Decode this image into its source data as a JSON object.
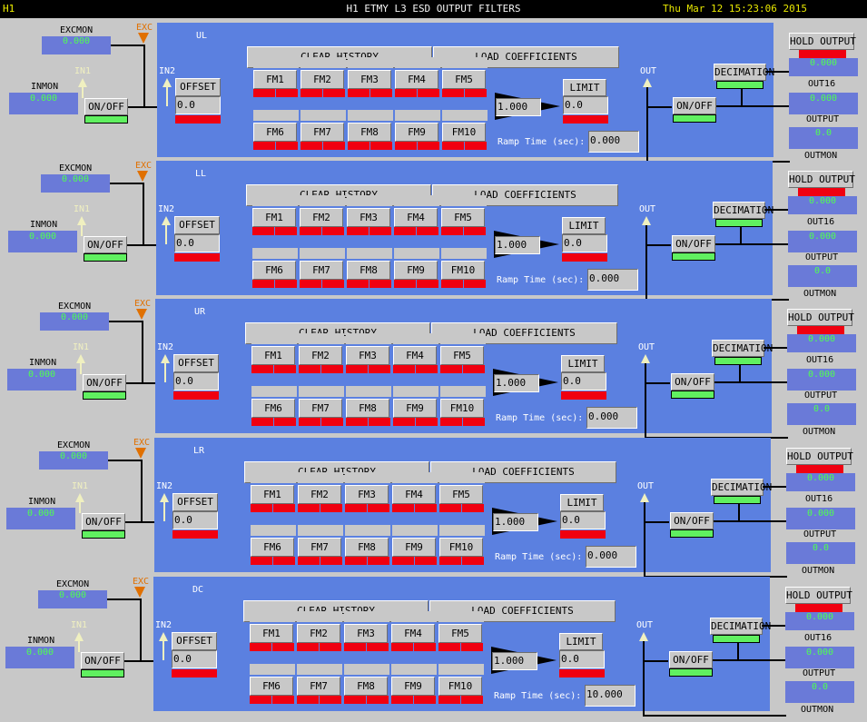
{
  "window": {
    "site": "H1",
    "title": "H1 ETMY L3 ESD OUTPUT FILTERS",
    "clock": "Thu Mar 12 15:23:06 2015"
  },
  "labels": {
    "excmon": "EXCMON",
    "exc": "EXC",
    "in1": "IN1",
    "in2": "IN2",
    "inmon": "INMON",
    "on_off": "ON/OFF",
    "offset": "OFFSET",
    "clear_history": "CLEAR HISTORY",
    "load_coefficients": "LOAD COEFFICIENTS",
    "limit": "LIMIT",
    "out": "OUT",
    "decimation": "DECIMATION",
    "hold_output": "HOLD OUTPUT",
    "out16": "OUT16",
    "output": "OUTPUT",
    "outmon": "OUTMON",
    "ramp_time": "Ramp Time (sec):",
    "fm": [
      "FM1",
      "FM2",
      "FM3",
      "FM4",
      "FM5",
      "FM6",
      "FM7",
      "FM8",
      "FM9",
      "FM10"
    ]
  },
  "colors": {
    "panel": "#5b80e0",
    "monitor_bg": "#6a7ad8",
    "monitor_text": "#50ff50",
    "indicator_off": "#f00010",
    "indicator_on": "#60f060",
    "exc_arrow": "#e07000",
    "in_arrow": "#f0f0c0"
  },
  "channels": [
    {
      "name": "UL",
      "excmon": "0.000",
      "inmon": "0.000",
      "offset": "0.0",
      "gain": "1.000",
      "limit": "0.0",
      "ramp_time": "0.000",
      "out16": "0.000",
      "output": "0.000",
      "outmon": "0.0"
    },
    {
      "name": "LL",
      "excmon": "0.000",
      "inmon": "0.000",
      "offset": "0.0",
      "gain": "1.000",
      "limit": "0.0",
      "ramp_time": "0.000",
      "out16": "0.000",
      "output": "0.000",
      "outmon": "0.0"
    },
    {
      "name": "UR",
      "excmon": "0.000",
      "inmon": "0.000",
      "offset": "0.0",
      "gain": "1.000",
      "limit": "0.0",
      "ramp_time": "0.000",
      "out16": "0.000",
      "output": "0.000",
      "outmon": "0.0"
    },
    {
      "name": "LR",
      "excmon": "0.000",
      "inmon": "0.000",
      "offset": "0.0",
      "gain": "1.000",
      "limit": "0.0",
      "ramp_time": "0.000",
      "out16": "0.000",
      "output": "0.000",
      "outmon": "0.0"
    },
    {
      "name": "DC",
      "excmon": "0.000",
      "inmon": "0.000",
      "offset": "0.0",
      "gain": "1.000",
      "limit": "0.0",
      "ramp_time": "10.000",
      "out16": "0.000",
      "output": "0.000",
      "outmon": "0.0"
    }
  ]
}
